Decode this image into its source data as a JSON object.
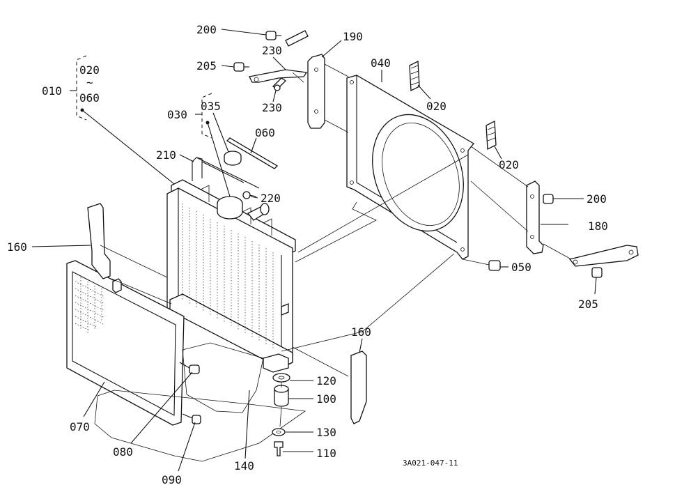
{
  "diagram": {
    "labels": {
      "l200a": "200",
      "l190": "190",
      "l205a": "205",
      "l230a": "230",
      "l230b": "230",
      "l040": "040",
      "l020a": "020",
      "l020b": "020",
      "l010": "010",
      "l020c": "020",
      "ltilde": "~",
      "l060a": "060",
      "l030": "030",
      "l035": "035",
      "l060b": "060",
      "l210": "210",
      "l220": "220",
      "l200b": "200",
      "l180": "180",
      "l160a": "160",
      "l050": "050",
      "l205b": "205",
      "l160b": "160",
      "l120": "120",
      "l100": "100",
      "l130": "130",
      "l110": "110",
      "l070": "070",
      "l080": "080",
      "l090": "090",
      "l140": "140"
    },
    "drawing_code": "3A021-047-11"
  }
}
